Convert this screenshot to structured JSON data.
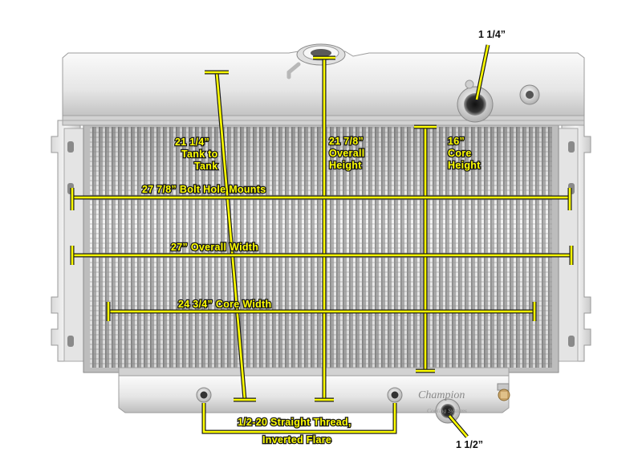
{
  "labels": {
    "tank_to_tank_1": "21 1/4”",
    "tank_to_tank_2": "Tank to",
    "tank_to_tank_3": "Tank",
    "overall_height_1": "21 7/8”",
    "overall_height_2": "Overall",
    "overall_height_3": "Height",
    "core_height_1": "16”",
    "core_height_2": "Core",
    "core_height_3": "Height",
    "bolt_hole_mounts": "27 7/8” Bolt Hole Mounts",
    "overall_width": "27” Overall Width",
    "core_width": "24 3/4” Core Width",
    "thread_1": "1/2-20 Straight Thread,",
    "thread_2": "Inverted Flare",
    "upper_inlet": "1 1/4”",
    "lower_outlet": "1 1/2”"
  },
  "brand": {
    "name": "Champion",
    "subtitle": "Cooling Systems"
  },
  "colors": {
    "callout": "#ffff00",
    "callout_outline": "#1a1a1a",
    "metal_light": "#f2f2f2",
    "metal_mid": "#c8c8c8",
    "metal_dark": "#6e6e6e"
  }
}
